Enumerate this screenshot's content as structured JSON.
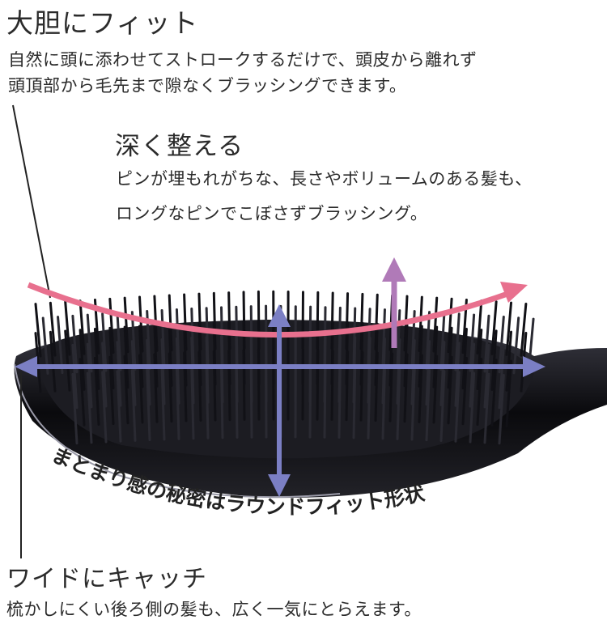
{
  "sections": {
    "bold_fit": {
      "title": "大胆にフィット",
      "lines": [
        "自然に頭に添わせてストロークするだけで、頭皮から離れず",
        "頭頂部から毛先まで隙なくブラッシングできます。"
      ]
    },
    "deep": {
      "title": "深く整える",
      "lines": [
        "ピンが埋もれがちな、長さやボリュームのある髪も、",
        "ロングなピンでこぼさずブラッシング。"
      ]
    },
    "wide": {
      "title": "ワイドにキャッチ",
      "lines": [
        "梳かしにくい後ろ側の髪も、広く一気にとらえます。"
      ]
    }
  },
  "curved_caption": "まとまり感の秘密はラウンドフィット形状",
  "colors": {
    "pink_arrow": "#e8708e",
    "blue_arrow": "#7b7fc4",
    "purple_arrow": "#b07ab8",
    "brush": "#0d0d10"
  }
}
